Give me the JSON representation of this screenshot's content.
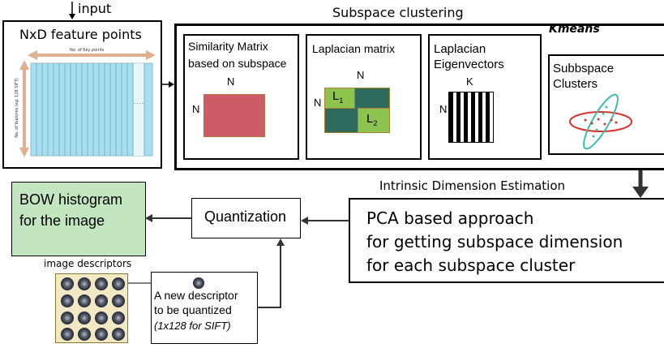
{
  "input_label": "input",
  "features": {
    "title": "NxD feature points",
    "x_axis_label": "No. of Key points",
    "y_axis_label": "No. of features (eg. 128 SIFT)",
    "ellipsis": "- - - -"
  },
  "subspace_clustering": {
    "title": "Subspace clustering",
    "kmeans_label": "Kmeans",
    "similarity": {
      "title_line1": "Similarity Matrix",
      "title_line2": "based on subspace",
      "col_label": "N",
      "row_label": "N"
    },
    "laplacian": {
      "title": "Laplacian matrix",
      "col_label": "N",
      "row_label": "N",
      "block1": "L",
      "block1_sub": "1",
      "block2": "L",
      "block2_sub": "2"
    },
    "eigenvectors": {
      "title_line1": "Laplacian",
      "title_line2": "Eigenvectors",
      "col_label": "K",
      "row_label": "N"
    },
    "clusters": {
      "title_line1": "Subbspace",
      "title_line2": "Clusters"
    }
  },
  "intrinsic_label": "Intrinsic Dimension Estimation",
  "pca": {
    "line1": "PCA based approach",
    "line2": "for getting subspace dimension",
    "line3": "for each subspace cluster"
  },
  "quantization_label": "Quantization",
  "bow": {
    "line1": "BOW histogram",
    "line2": "for the image"
  },
  "descriptors_label": "image descriptors",
  "new_descriptor": {
    "line1": "A new descriptor",
    "line2": "to be quantized",
    "line3": "(1x128 for SIFT)"
  },
  "colors": {
    "similarity": "#cd5c66",
    "laplacian_green": "#8cc44f",
    "laplacian_teal": "#2f6b5d",
    "bow_fill": "#c3e5c0",
    "bars": "#a6e0f0",
    "ellipse_red": "#d9332d",
    "ellipse_teal": "#3bbcb0"
  }
}
